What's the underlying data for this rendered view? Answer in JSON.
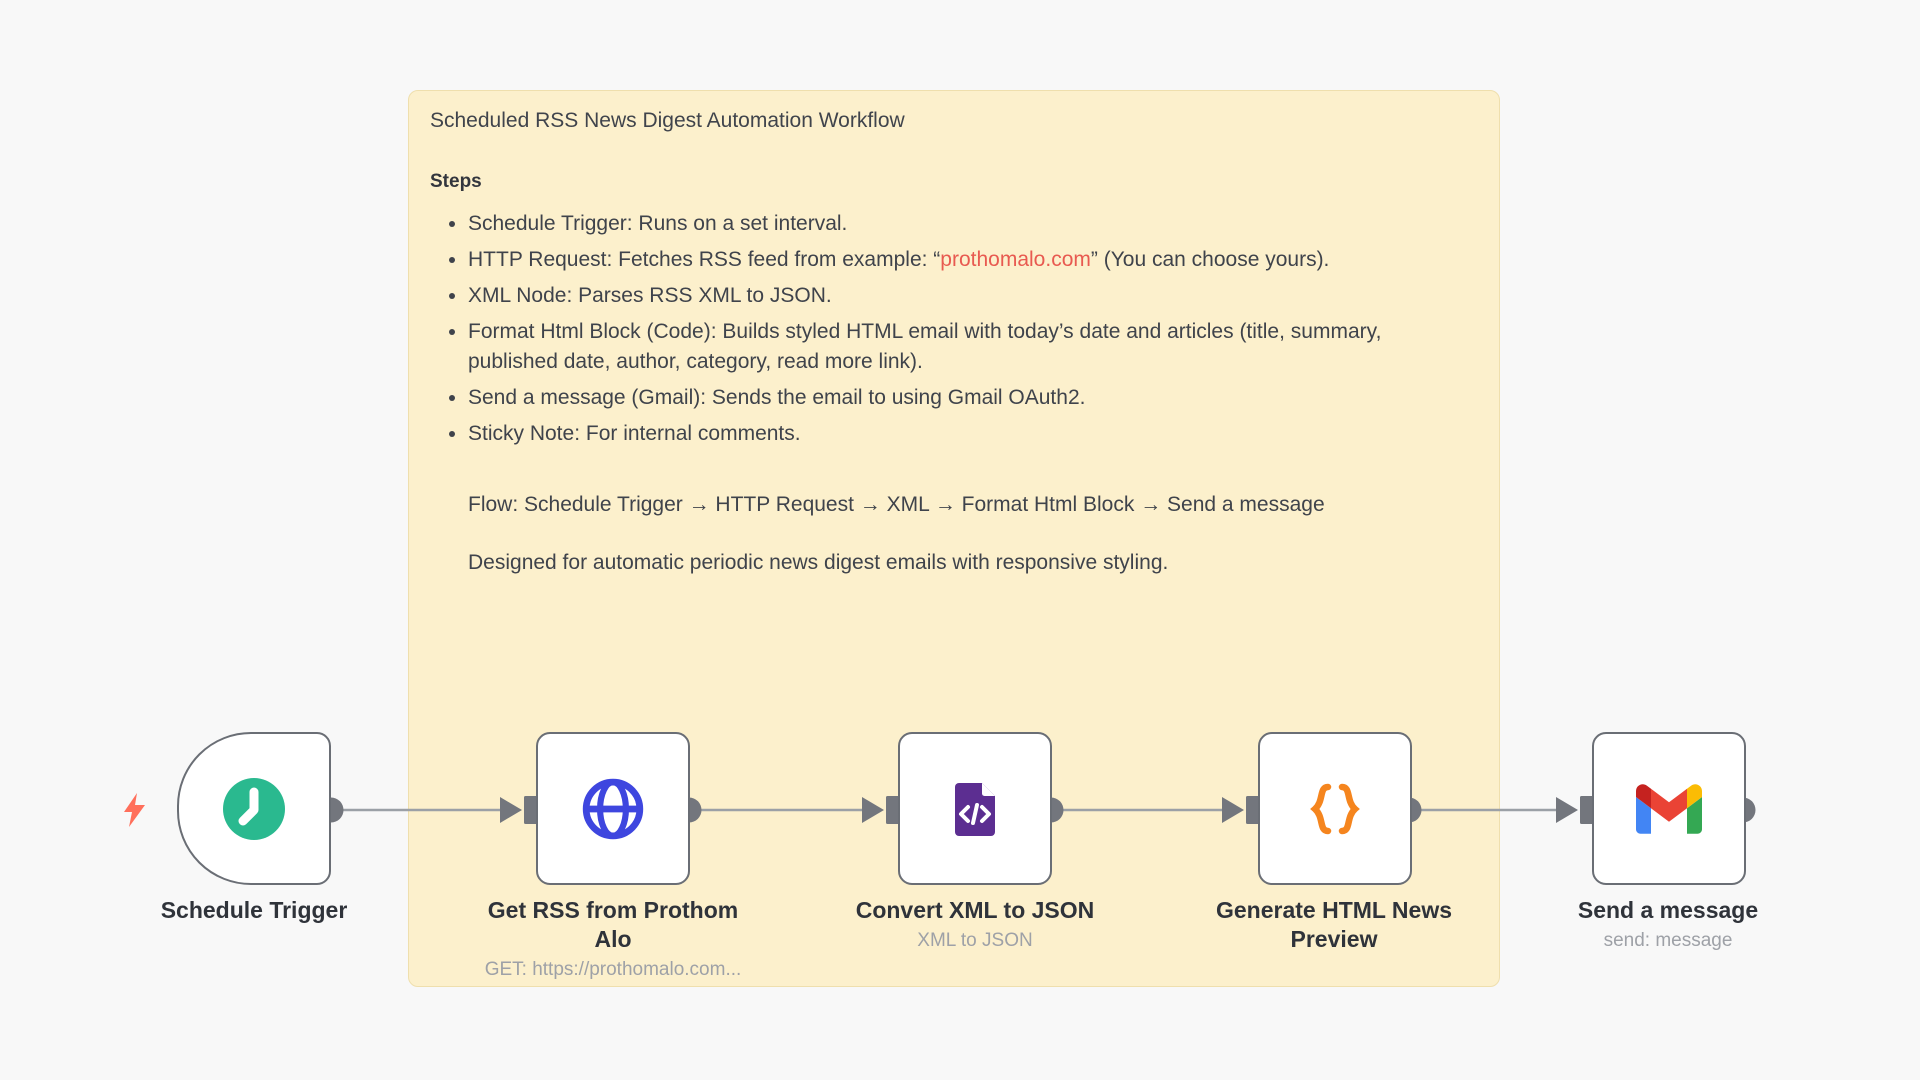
{
  "sticky": {
    "title": "Scheduled RSS News Digest Automation Workflow",
    "heading": "Steps",
    "bullets": [
      {
        "text": "Schedule Trigger: Runs on a set interval."
      },
      {
        "pre": "HTTP Request: Fetches RSS feed from example: “",
        "link": "prothomalo.com",
        "post": "” (You can choose yours)."
      },
      {
        "text": "XML Node: Parses RSS XML to JSON."
      },
      {
        "text": "Format Html Block (Code): Builds styled HTML email with today’s date and articles (title, summary, published date, author, category, read more link)."
      },
      {
        "text": "Send a message (Gmail): Sends the email to using Gmail OAuth2."
      },
      {
        "text": "Sticky Note: For internal comments."
      }
    ],
    "flow": "Flow: Schedule Trigger → HTTP Request → XML → Format Html Block → Send a message",
    "footer": "Designed for automatic periodic news digest emails with responsive styling.",
    "colors": {
      "background": "#fcf0cc",
      "border": "#efdfad",
      "link": "#e85a50",
      "text": "#3f434b"
    }
  },
  "nodes": [
    {
      "label": "Schedule Trigger",
      "sublabel": "",
      "icon": "clock-icon",
      "color": "#2ab98f"
    },
    {
      "label": "Get RSS from Prothom Alo",
      "sublabel": "GET: https://prothomalo.com...",
      "icon": "globe-icon",
      "color": "#3e46df"
    },
    {
      "label": "Convert XML to JSON",
      "sublabel": "XML to JSON",
      "icon": "xml-file-icon",
      "color": "#5c2e91"
    },
    {
      "label": "Generate HTML News Preview",
      "sublabel": "",
      "icon": "curly-braces-icon",
      "color": "#f5851e"
    },
    {
      "label": "Send a message",
      "sublabel": "send: message",
      "icon": "gmail-icon",
      "color": "#ea4335"
    }
  ],
  "gmail_colors": {
    "blue": "#4285f4",
    "green": "#34a853",
    "yellow": "#fbbc04",
    "red": "#ea4335",
    "dark_red": "#c5221f"
  },
  "connectors": {
    "line_color": "#9ba0a6",
    "endpoint_color": "#73767d",
    "trigger_bolt_color": "#ff6f5b",
    "node_border_color": "#6a6e75"
  },
  "canvas": {
    "background": "#f8f8f8"
  }
}
